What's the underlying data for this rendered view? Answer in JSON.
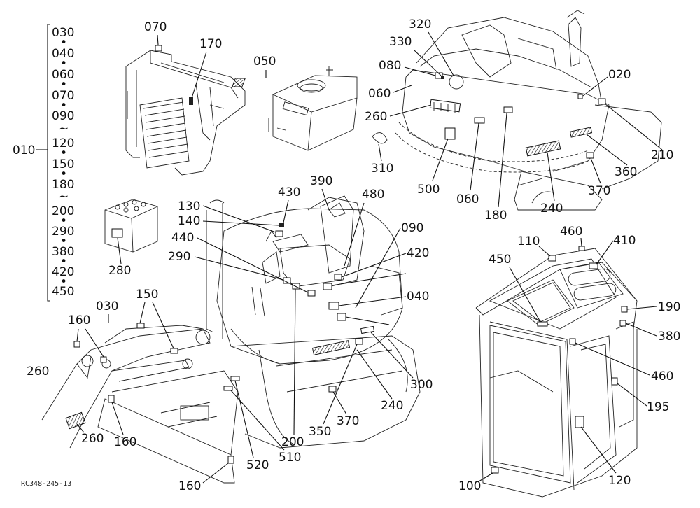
{
  "figure_code": "RC348-245-13",
  "labels": {
    "l010": "010",
    "l030": "030",
    "l040": "040",
    "l060": "060",
    "l070": "070",
    "l090": "090",
    "l120": "120",
    "l150": "150",
    "l180": "180",
    "l200": "200",
    "l290": "290",
    "l380": "380",
    "l420": "420",
    "l450": "450",
    "l170": "170",
    "l050": "050",
    "l320": "320",
    "l330": "330",
    "l080": "080",
    "l020": "020",
    "l210": "210",
    "l260": "260",
    "l310": "310",
    "l500": "500",
    "l360": "360",
    "l370": "370",
    "l240": "240",
    "l180b": "180",
    "l430": "430",
    "l390": "390",
    "l480": "480",
    "l130": "130",
    "l140": "140",
    "l440": "440",
    "l280": "280",
    "l110": "110",
    "l460": "460",
    "l410": "410",
    "l190": "190",
    "l195": "195",
    "l100": "100",
    "l520": "520",
    "l510": "510",
    "l350": "350",
    "l300": "300",
    "l160": "160",
    "sep_dot": "•",
    "sep_tilde": "~"
  }
}
